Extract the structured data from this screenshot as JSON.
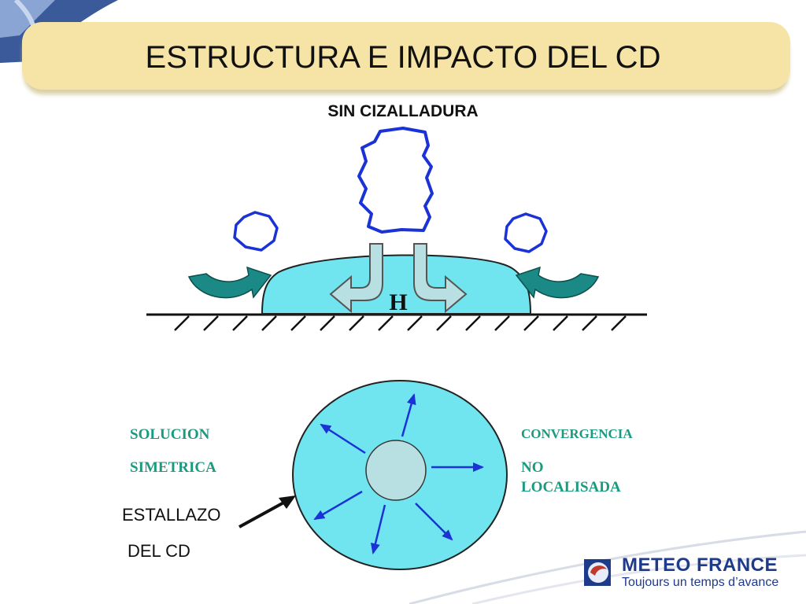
{
  "slide": {
    "title": "ESTRUCTURA E IMPACTO DEL CD",
    "subtitle": "SIN CIZALLADURA"
  },
  "side_view": {
    "center_label": "H"
  },
  "plan_view": {
    "left_label_line1": "SOLUCION",
    "left_label_line2": "SIMETRICA",
    "right_label_line1": "CONVERGENCIA",
    "right_label_line2": "NO",
    "right_label_line3": "LOCALISADA",
    "pointer_label_line1": "ESTALLAZO",
    "pointer_label_line2": "DEL CD"
  },
  "logo": {
    "name": "METEO FRANCE",
    "tagline": "Toujours un temps d’avance"
  },
  "colors": {
    "title_band": "#f5e4a6",
    "dome_fill": "#70e4ef",
    "core_fill": "#b8dfe1",
    "cloud_outline": "#1a32d6",
    "arrow_teal": "#1b8a86",
    "label_teal": "#1a9a7f",
    "radial_arrows": "#1a32d6"
  }
}
